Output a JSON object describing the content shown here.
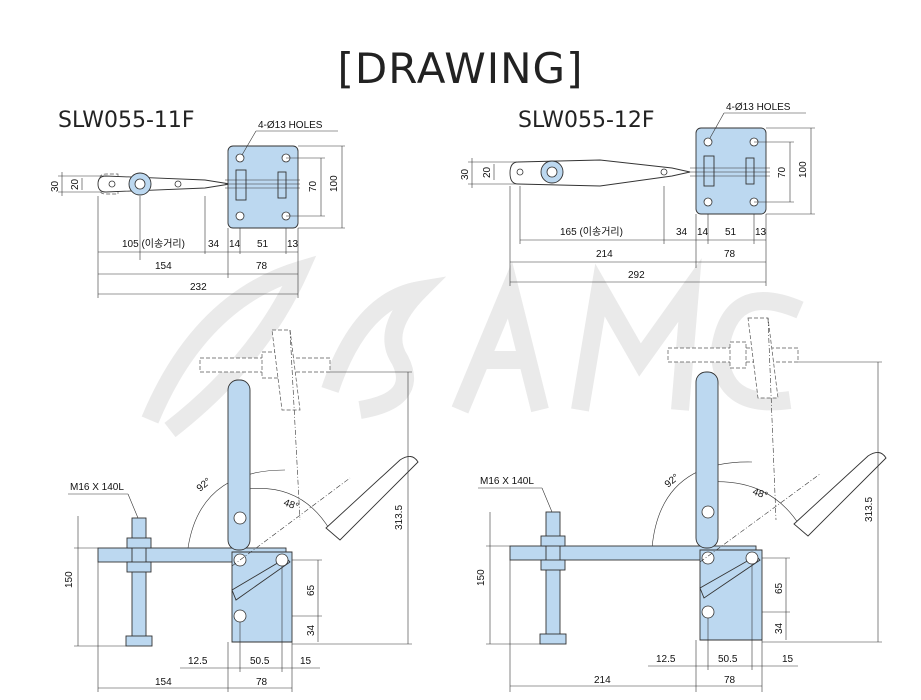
{
  "title": "[DRAWING]",
  "left": {
    "model": "SLW055-11F",
    "holes": "4-Ø13 HOLES",
    "top_dims": {
      "d30": "30",
      "d20": "20",
      "d70": "70",
      "d100": "100",
      "stroke": "105 (이송거리)",
      "d34": "34",
      "d14": "14",
      "d51": "51",
      "d13": "13",
      "d154": "154",
      "d78": "78",
      "d232": "232"
    },
    "side_dims": {
      "bolt": "M16 X 140L",
      "d150": "150",
      "a92": "92°",
      "a48": "48°",
      "d313": "313.5",
      "d65": "65",
      "d34": "34",
      "d12": "12.5",
      "d50": "50.5",
      "d15": "15",
      "d154": "154",
      "d78": "78"
    }
  },
  "right": {
    "model": "SLW055-12F",
    "holes": "4-Ø13 HOLES",
    "top_dims": {
      "d30": "30",
      "d20": "20",
      "d70": "70",
      "d100": "100",
      "stroke": "165 (이송거리)",
      "d34": "34",
      "d14": "14",
      "d51": "51",
      "d13": "13",
      "d214": "214",
      "d78": "78",
      "d292": "292"
    },
    "side_dims": {
      "bolt": "M16 X 140L",
      "d150": "150",
      "a92": "92°",
      "a48": "48°",
      "d313": "313.5",
      "d65": "65",
      "d34": "34",
      "d12": "12.5",
      "d50": "50.5",
      "d15": "15",
      "d214": "214",
      "d78": "78"
    }
  },
  "colors": {
    "part_fill": "#bcd8f0",
    "line": "#222222",
    "watermark": "#e8e8e8"
  },
  "watermark": "SAMC"
}
